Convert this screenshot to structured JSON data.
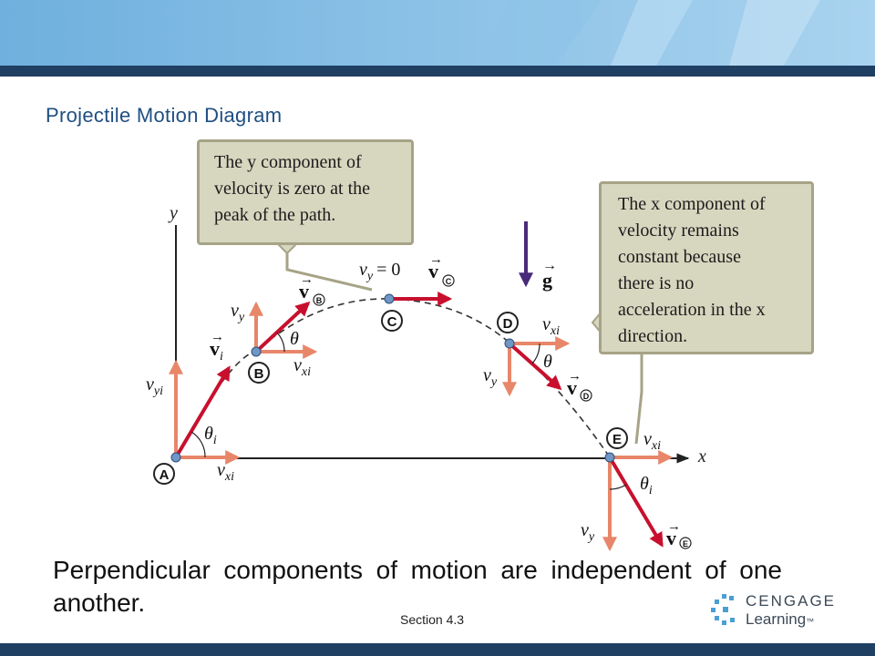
{
  "slide": {
    "title": "Projectile Motion Diagram",
    "caption": "Perpendicular components of motion are independent of one another.",
    "section": "Section 4.3"
  },
  "logo": {
    "name": "CENGAGE",
    "sub": "Learning",
    "tm": "™"
  },
  "colors": {
    "header_dark": "#1f3f63",
    "header_light": "#7fb9e0",
    "title_blue": "#1f4f82",
    "velocity_red": "#c8102e",
    "component_orange": "#e8866a",
    "gravity_purple": "#4a2a7a",
    "callout_fill": "#d7d6bf"
  },
  "diagram": {
    "axes": {
      "x_label": "x",
      "y_label": "y"
    },
    "points": [
      "A",
      "B",
      "C",
      "D",
      "E"
    ],
    "gravity_label": "g",
    "callouts": {
      "y_component": [
        "The y component of",
        "velocity is zero at the",
        "peak of the path."
      ],
      "x_component": [
        "The x component of",
        "velocity remains",
        "constant because",
        "there is no",
        "acceleration in the x",
        "direction."
      ]
    },
    "labels": {
      "vi": "v",
      "vi_sub": "i",
      "vyi": "v",
      "vyi_sub": "yi",
      "vxi": "v",
      "vxi_sub": "xi",
      "vy": "v",
      "vy_sub": "y",
      "theta": "θ",
      "theta_i_sub": "i",
      "vy_zero": "= 0",
      "v": "v"
    }
  }
}
